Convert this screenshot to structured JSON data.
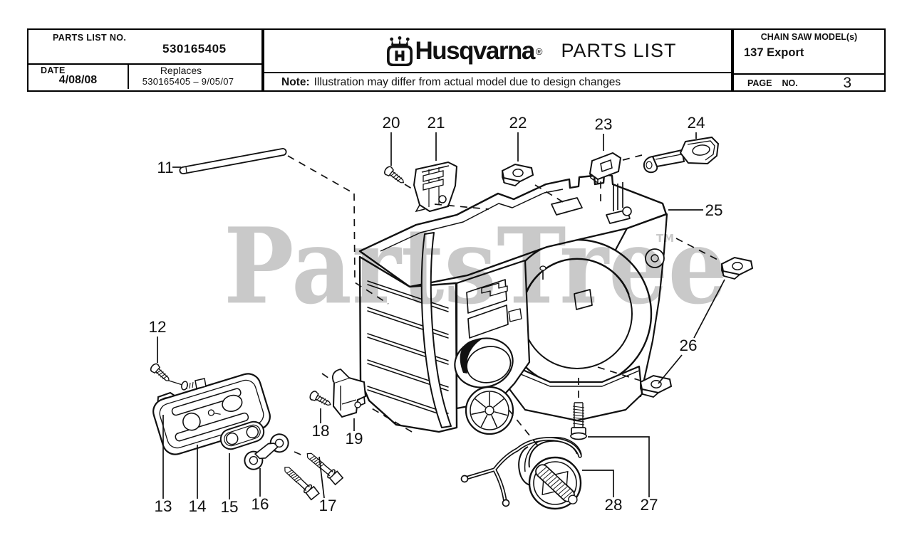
{
  "header": {
    "parts_list": {
      "label": "PARTS LIST NO.",
      "number": "530165405"
    },
    "date": {
      "label": "DATE",
      "value": "4/08/08"
    },
    "replaces": {
      "label": "Replaces",
      "value": "530165405 – 9/05/07"
    },
    "brand": {
      "name": "Husqvarna",
      "registered": "®",
      "title": "PARTS LIST"
    },
    "note": {
      "label": "Note:",
      "text": "Illustration may differ from actual model due to design changes"
    },
    "model": {
      "label": "CHAIN SAW MODEL(s)",
      "value": "137 Export"
    },
    "page": {
      "word1": "PAGE",
      "word2": "NO.",
      "value": "3"
    }
  },
  "watermark": {
    "text": "PartsTree",
    "tm": "TM",
    "color": "#c9c9c9"
  },
  "diagram": {
    "callouts": [
      "11",
      "12",
      "13",
      "14",
      "15",
      "16",
      "17",
      "18",
      "19",
      "20",
      "21",
      "22",
      "23",
      "24",
      "25",
      "26",
      "27",
      "28"
    ]
  },
  "colors": {
    "line": "#111111",
    "background": "#ffffff",
    "watermark": "#c9c9c9"
  }
}
